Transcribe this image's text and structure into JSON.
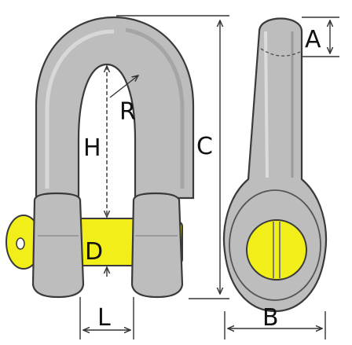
{
  "colors": {
    "body": "#bdbdbd",
    "body_shadow": "#8f8f8f",
    "pin": "#f2ee1a",
    "outline": "#3a3a3a",
    "dimension": "#333333"
  },
  "labels": {
    "a": "A",
    "b": "B",
    "c": "C",
    "d": "D",
    "h": "H",
    "l": "L",
    "r": "R"
  }
}
